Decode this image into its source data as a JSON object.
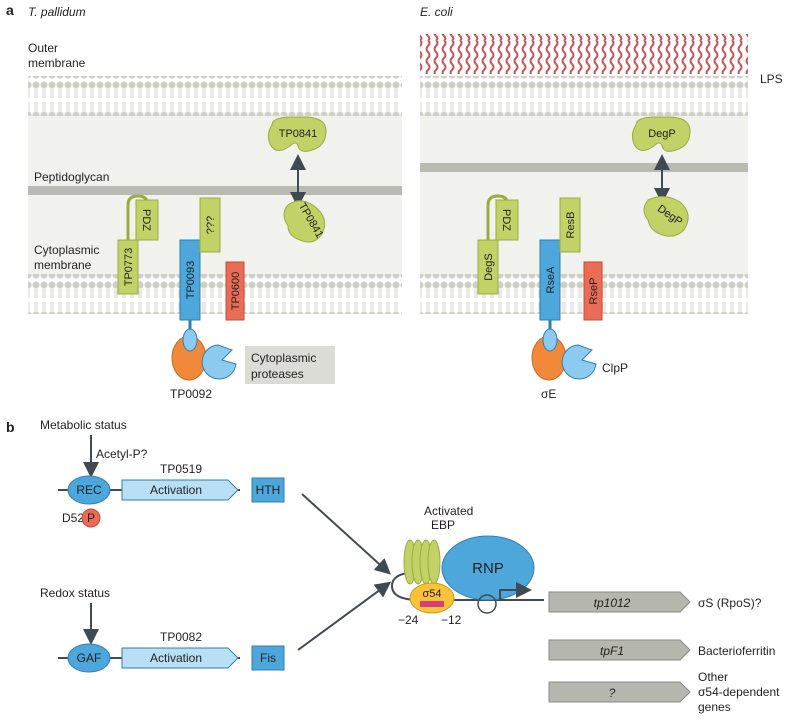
{
  "panel_a": {
    "letter": "a",
    "left": {
      "organism": "T. pallidum",
      "outer_membrane": "Outer membrane",
      "peptidoglycan": "Peptidoglycan",
      "cytoplasmic_membrane": "Cytoplasmic membrane",
      "tp0841_top": "TP0841",
      "tp0841_bottom": "TP0841",
      "tp0773": "TP0773",
      "pdz": "PDZ",
      "tp0093": "TP0093",
      "unknown": "???",
      "tp0600": "TP0600",
      "tp0092": "TP0092",
      "cytoplasmic_proteases": "Cytoplasmic proteases"
    },
    "right": {
      "organism": "E. coli",
      "lps": "LPS",
      "degp_top": "DegP",
      "degp_bottom": "DegP",
      "degs": "DegS",
      "pdz": "PDZ",
      "rsea": "RseA",
      "resb": "ResB",
      "rsep": "RseP",
      "sigma_e": "σE",
      "clpp": "ClpP"
    }
  },
  "panel_b": {
    "letter": "b",
    "metabolic_status": "Metabolic status",
    "acetyl_p": "Acetyl-P?",
    "rec": "REC",
    "tp0519": "TP0519",
    "activation_1": "Activation",
    "hth": "HTH",
    "d52": "D52",
    "p": "P",
    "redox_status": "Redox status",
    "gaf": "GAF",
    "tp0082": "TP0082",
    "activation_2": "Activation",
    "fis": "Fis",
    "activated_ebp": "Activated EBP",
    "rnp": "RNP",
    "sigma54": "σ54",
    "minus24": "−24",
    "minus12": "−12",
    "genes": [
      {
        "gene": "tp1012",
        "product": "σS (RpoS)?"
      },
      {
        "gene": "tpF1",
        "product": "Bacterioferritin"
      },
      {
        "gene": "?",
        "product": "Other σ54-dependent genes"
      }
    ]
  },
  "colors": {
    "membrane_band": "#f1f1ee",
    "lipid_head": "#cfd0c6",
    "peptidoglycan": "#b9bab2",
    "green_protein": "#c2d267",
    "blue_protein": "#4da7db",
    "red_protein": "#ea6c57",
    "orange_sigma": "#f08a3a",
    "light_blue": "#b8dff4",
    "gene_arrow": "#b5b6ae",
    "lps_red": "#c9555a",
    "grey_box": "#dcdcd6"
  }
}
